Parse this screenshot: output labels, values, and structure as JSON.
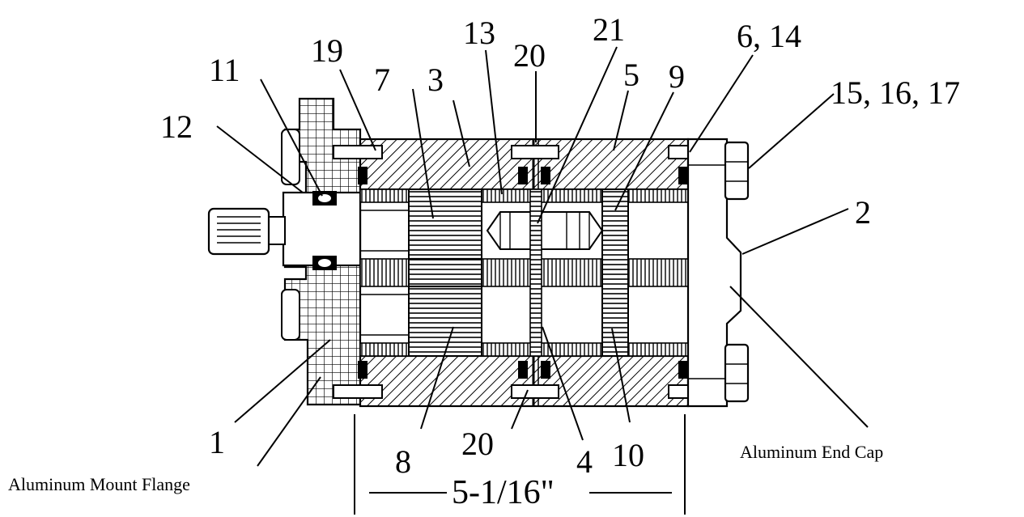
{
  "diagram": {
    "callouts": [
      {
        "id": "1",
        "label": "1"
      },
      {
        "id": "2",
        "label": "2"
      },
      {
        "id": "3",
        "label": "3"
      },
      {
        "id": "4",
        "label": "4"
      },
      {
        "id": "5",
        "label": "5"
      },
      {
        "id": "6_14",
        "label": "6, 14"
      },
      {
        "id": "7",
        "label": "7"
      },
      {
        "id": "8",
        "label": "8"
      },
      {
        "id": "9",
        "label": "9"
      },
      {
        "id": "10",
        "label": "10"
      },
      {
        "id": "11",
        "label": "11"
      },
      {
        "id": "12",
        "label": "12"
      },
      {
        "id": "13",
        "label": "13"
      },
      {
        "id": "15_16_17",
        "label": "15, 16, 17"
      },
      {
        "id": "19",
        "label": "19"
      },
      {
        "id": "20_top",
        "label": "20"
      },
      {
        "id": "20_bottom",
        "label": "20"
      },
      {
        "id": "21",
        "label": "21"
      }
    ],
    "captions": {
      "mount_flange": "Aluminum Mount Flange",
      "end_cap": "Aluminum End Cap"
    },
    "dimension": {
      "length": "5-1/16\""
    }
  }
}
